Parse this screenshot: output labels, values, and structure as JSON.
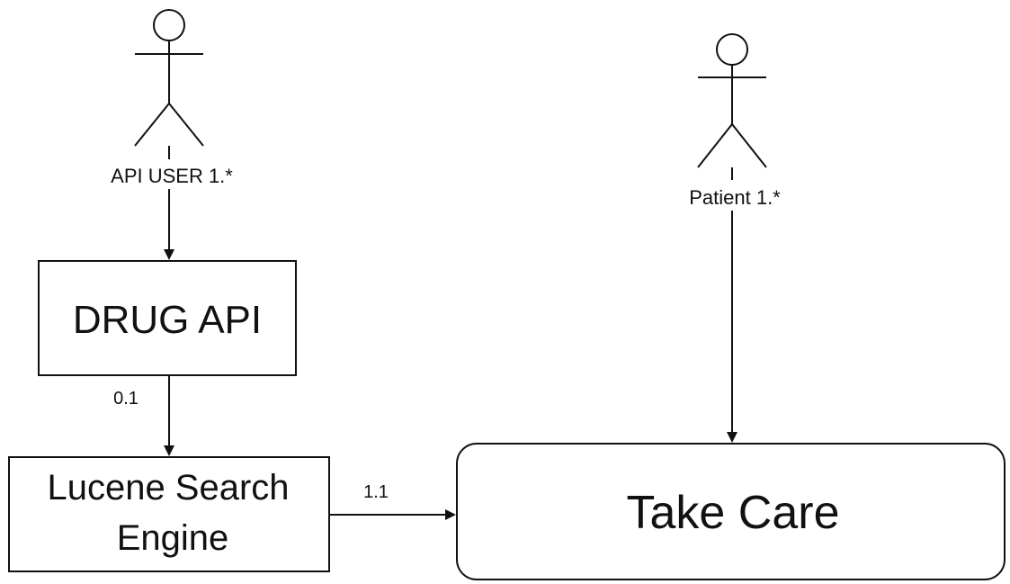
{
  "actors": [
    {
      "id": "api-user",
      "label": "API USER 1.*"
    },
    {
      "id": "patient",
      "label": "Patient 1.*"
    }
  ],
  "nodes": {
    "drug_api": {
      "label": "DRUG API"
    },
    "lucene": {
      "label_line1": "Lucene Search",
      "label_line2": "Engine"
    },
    "take_care": {
      "label": "Take Care"
    }
  },
  "edges": {
    "drug_to_lucene": {
      "label": "0.1"
    },
    "lucene_to_take_care": {
      "label": "1.1"
    }
  },
  "colors": {
    "stroke": "#111111",
    "background": "#ffffff"
  }
}
